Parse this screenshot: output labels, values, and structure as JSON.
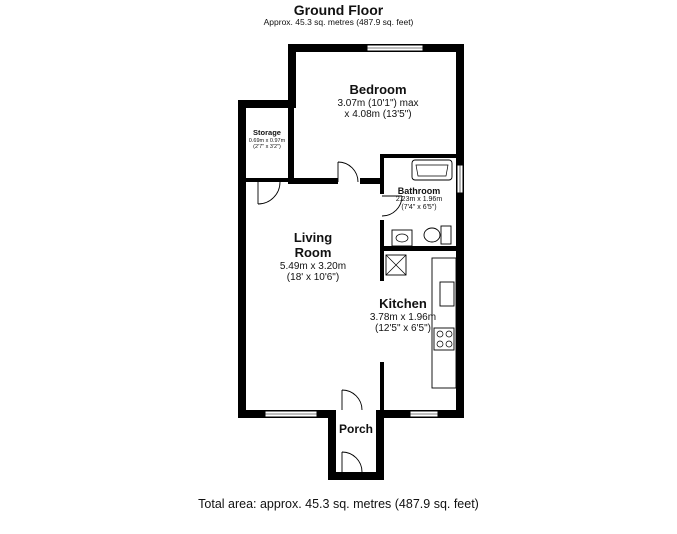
{
  "header": {
    "title": "Ground Floor",
    "subtitle": "Approx. 45.3 sq. metres (487.9 sq. feet)"
  },
  "rooms": {
    "bedroom": {
      "name": "Bedroom",
      "dim_metric": "3.07m (10'1\") max",
      "dim_imperial": "x 4.08m (13'5\")"
    },
    "storage": {
      "name": "Storage",
      "dim_metric": "0.69m x 0.97m",
      "dim_imperial": "(2'7\" x 3'2\")"
    },
    "bathroom": {
      "name": "Bathroom",
      "dim_metric": "2.23m x 1.96m",
      "dim_imperial": "(7'4\" x 6'5\")"
    },
    "living_room": {
      "name_line1": "Living",
      "name_line2": "Room",
      "dim_metric": "5.49m x 3.20m",
      "dim_imperial": "(18' x 10'6\")"
    },
    "kitchen": {
      "name": "Kitchen",
      "dim_metric": "3.78m x 1.96m",
      "dim_imperial": "(12'5\" x 6'5\")"
    },
    "porch": {
      "name": "Porch"
    }
  },
  "footer": {
    "total_area": "Total area: approx. 45.3 sq. metres (487.9 sq. feet)"
  }
}
